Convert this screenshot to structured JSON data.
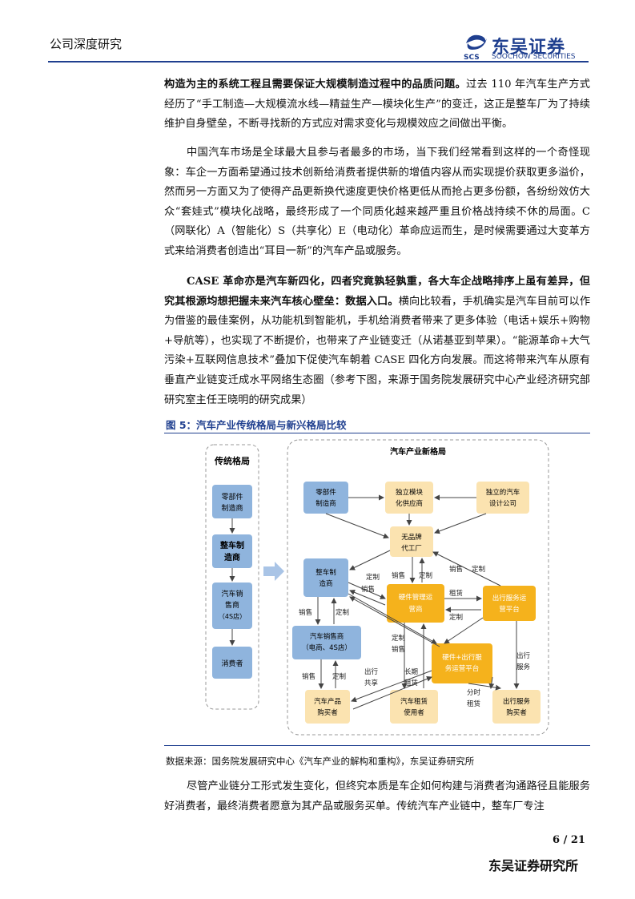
{
  "header": {
    "report_type": "公司深度研究",
    "logo_cn": "东吴证券",
    "logo_en": "SOOCHOW SECURITIES",
    "logo_mark": "SCS"
  },
  "para1": {
    "bold": "构造为主的系统工程且需要保证大规模制造过程中的品质问题。",
    "text": "过去 110 年汽车生产方式经历了“手工制造—大规模流水线—精益生产—模块化生产”的变迁，这正是整车厂为了持续维护自身壁垒，不断寻找新的方式应对需求变化与规模效应之间做出平衡。"
  },
  "para2": {
    "text": "中国汽车市场是全球最大且参与者最多的市场，当下我们经常看到这样的一个奇怪现象：车企一方面希望通过技术创新给消费者提供新的增值内容从而实现提价获取更多溢价，然而另一方面又为了使得产品更新换代速度更快价格更低从而抢占更多份额，各纷纷效仿大众“套娃式”模块化战略，最终形成了一个同质化越来越严重且价格战持续不休的局面。C（网联化）A（智能化）S（共享化）E（电动化）革命应运而生，是时候需要通过大变革方式来给消费者创造出“耳目一新”的汽车产品或服务。"
  },
  "para3": {
    "bold": "CASE 革命亦是汽车新四化，四者究竟孰轻孰重，各大车企战略排序上虽有差异，但究其根源均想把握未来汽车核心壁垒：数据入口。",
    "text": "横向比较看，手机确实是汽车目前可以作为借鉴的最佳案例，从功能机到智能机，手机给消费者带来了更多体验（电话+娱乐+购物+导航等），也实现了不断提价，也带来了产业链变迁（从诺基亚到苹果）。“能源革命+大气污染+互联网信息技术”叠加下促使汽车朝着 CASE 四化方向发展。而这将带来汽车从原有垂直产业链变迁成水平网络生态圈（参考下图，来源于国务院发展研究中心产业经济研究部研究室主任王晓明的研究成果）"
  },
  "figure": {
    "title": "图 5：汽车产业传统格局与新兴格局比较",
    "trad_title": "传统格局",
    "trad_nodes": [
      "零部件制造商",
      "整车制造商",
      "汽车销售商（4S店）",
      "消费者"
    ],
    "new_title": "汽车产业新格局",
    "nodes": {
      "parts": "零部件制造商",
      "module": "独立模块化供应商",
      "design": "独立的汽车设计公司",
      "oem": "无品牌代工厂",
      "maker": "整车制造商",
      "hw_op": "硬件管理运营商",
      "svc_platform": "出行服务运营平台",
      "dealer": "汽车销售商（电商、4S店）",
      "hw_svc": "硬件+出行服务运营平台",
      "buyer": "汽车产品购买者",
      "renter": "汽车租赁使用者",
      "svc_buyer": "出行服务购买者"
    },
    "edge_labels": {
      "sales": "销售",
      "custom": "定制",
      "rent": "租赁",
      "ride_share": "出行共享",
      "long_rent": "长期租赁",
      "time_rent": "分时租赁",
      "mobility": "出行服务"
    }
  },
  "source": "数据来源：国务院发展研究中心《汽车产业的解构和重构》，东吴证券研究所",
  "para4": {
    "text": "尽管产业链分工形式发生变化，但终究本质是车企如何构建与消费者沟通路径且能服务好消费者，最终消费者愿意为其产品或服务买单。传统汽车产业链中，整车厂专注"
  },
  "footer": {
    "page": "6 / 21",
    "institute": "东吴证券研究所"
  },
  "colors": {
    "brand": "#1f3f8f",
    "blue_node": "#8fb4dd",
    "yellow_node": "#fbe3b0",
    "orange_node": "#f5b21c"
  }
}
